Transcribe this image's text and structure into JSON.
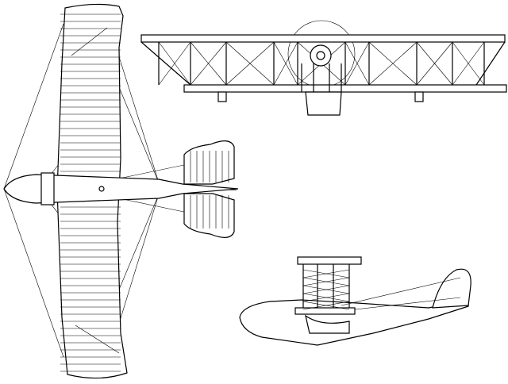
{
  "drawing": {
    "views": [
      "top-view",
      "front-view",
      "side-view"
    ],
    "colors": {
      "line": "#000000",
      "background": "#ffffff"
    }
  }
}
